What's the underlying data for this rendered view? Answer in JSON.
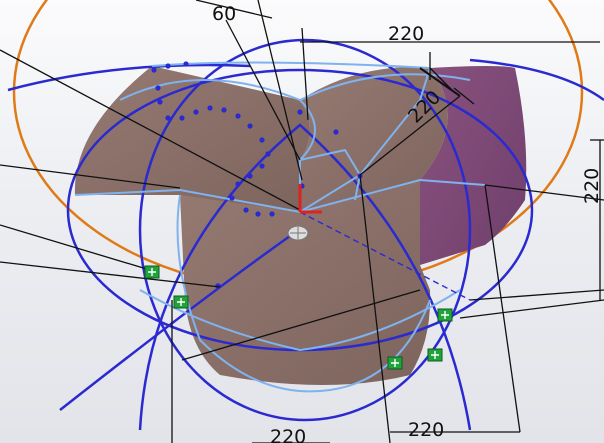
{
  "dimensions": {
    "top_angle": "60",
    "top_width": "220",
    "diagonal": "220",
    "right_height": "220",
    "bottom_center": "220",
    "bottom_right": "220"
  },
  "colors": {
    "background": "#eef0f3",
    "construction_circle": "#e07a17",
    "sketch_curve": "#2a2ad0",
    "edge_highlight": "#6fa6e8",
    "surface_brown": "#8d7068",
    "surface_purple": "#7c4b78",
    "dimension_line": "#111111",
    "relation_badge": "#1fa33a"
  },
  "glyphs": {
    "origin": "origin-icon",
    "relation": "coincident-relation-icon"
  }
}
